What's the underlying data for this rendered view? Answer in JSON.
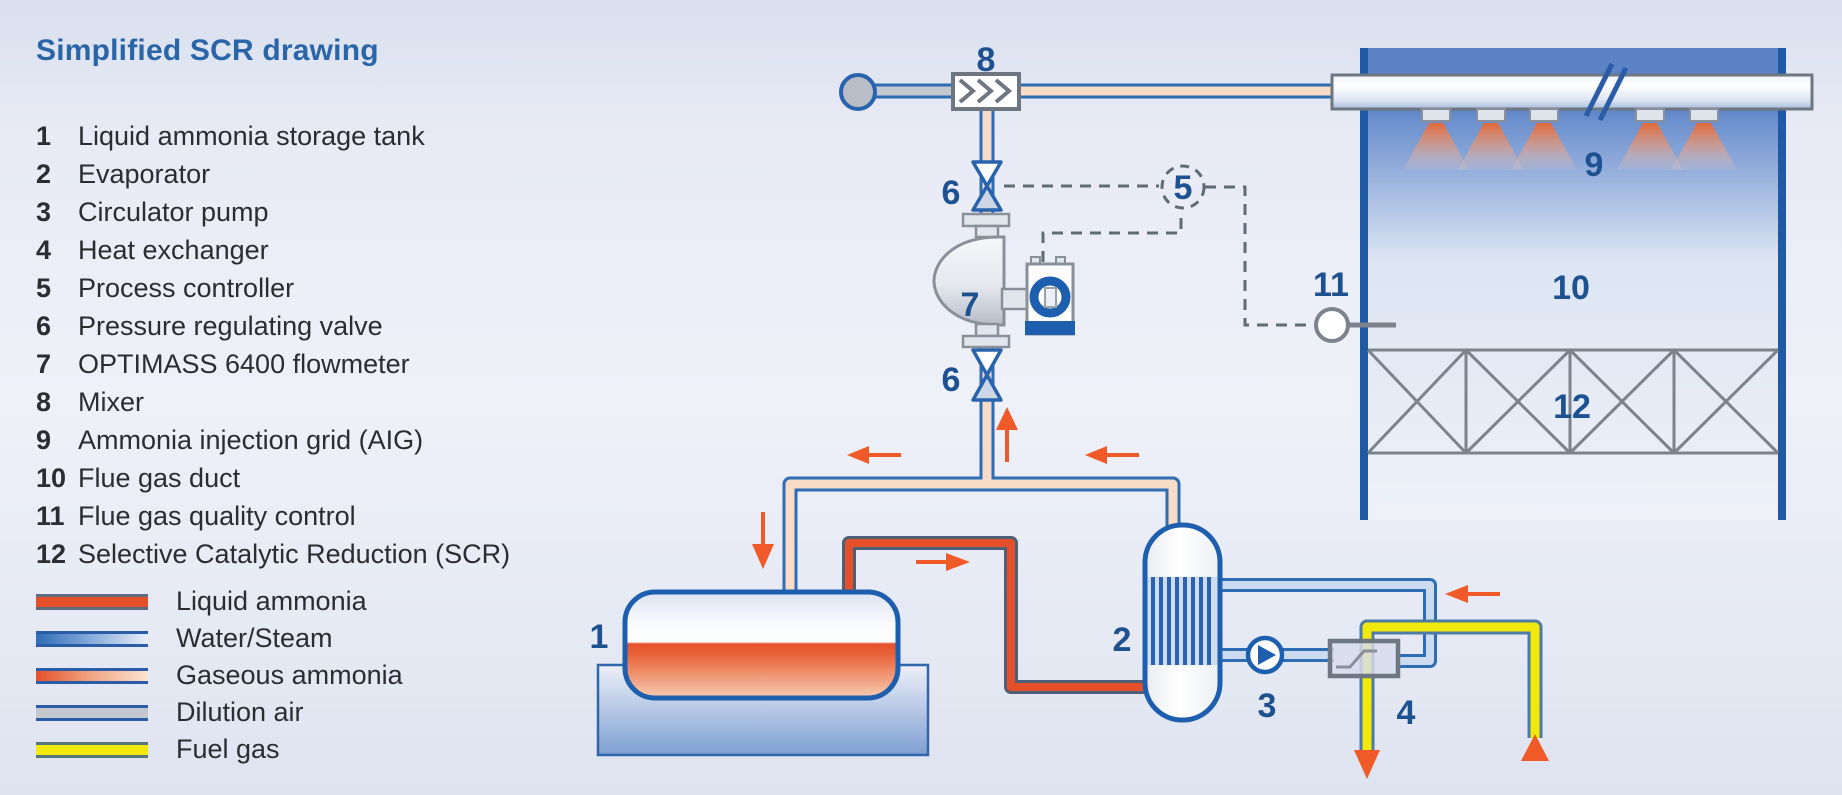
{
  "title": "Simplified SCR drawing",
  "component_list": [
    {
      "num": "1",
      "label": "Liquid ammonia storage tank"
    },
    {
      "num": "2",
      "label": "Evaporator"
    },
    {
      "num": "3",
      "label": "Circulator pump"
    },
    {
      "num": "4",
      "label": "Heat exchanger"
    },
    {
      "num": "5",
      "label": "Process controller"
    },
    {
      "num": "6",
      "label": "Pressure regulating valve"
    },
    {
      "num": "7",
      "label": "OPTIMASS 6400 flowmeter"
    },
    {
      "num": "8",
      "label": "Mixer"
    },
    {
      "num": "9",
      "label": "Ammonia injection grid (AIG)"
    },
    {
      "num": "10",
      "label": "Flue gas duct"
    },
    {
      "num": "11",
      "label": "Flue gas quality control"
    },
    {
      "num": "12",
      "label": "Selective Catalytic Reduction (SCR)"
    }
  ],
  "flow_legend": [
    {
      "label": "Liquid ammonia",
      "color": "#e4502a"
    },
    {
      "label": "Water/Steam",
      "color": "#2f6db5"
    },
    {
      "label": "Gaseous ammonia",
      "color": "#f8dcc8"
    },
    {
      "label": "Dilution air",
      "color": "#c3c8cf"
    },
    {
      "label": "Fuel gas",
      "color": "#f1e90c"
    }
  ],
  "diagram": {
    "callouts": {
      "1": "1",
      "2": "2",
      "3": "3",
      "4": "4",
      "5": "5",
      "6": "6",
      "7": "7",
      "8": "8",
      "9": "9",
      "10": "10",
      "11": "11",
      "12": "12"
    }
  },
  "colors": {
    "title": "#2a65a8",
    "callout": "#1d5190",
    "pipe_border": "#2e6cb4",
    "duct_wall": "#2059a4",
    "liquid_ammonia": "#e4502a",
    "gaseous_ammonia": "#f8dcc8",
    "water_steam": "#cddbf0",
    "dilution_air": "#c3c8cf",
    "fuel_gas": "#f1e90c",
    "arrow": "#f05a28"
  }
}
